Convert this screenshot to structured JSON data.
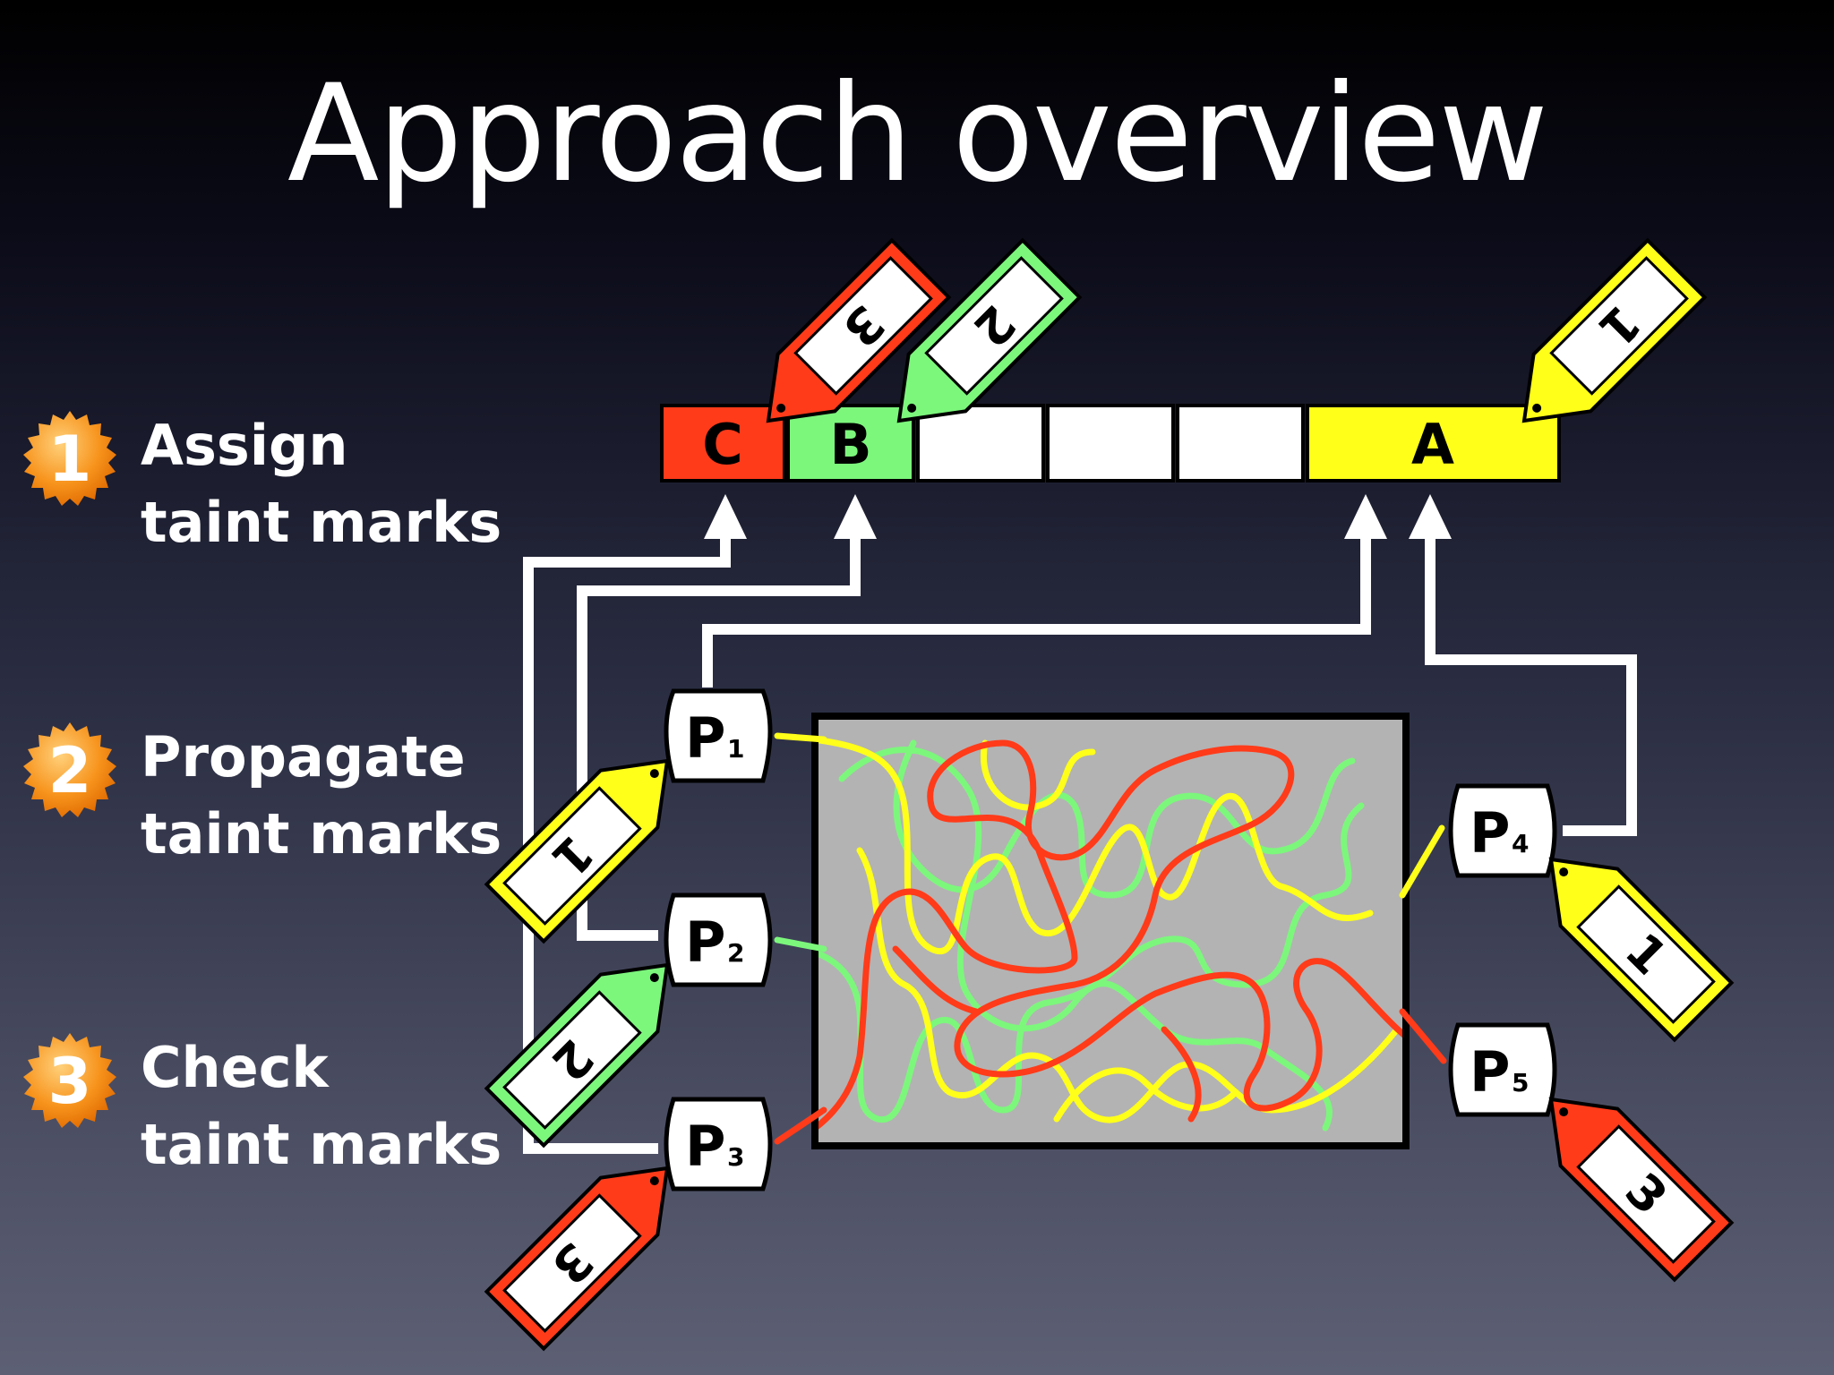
{
  "slide": {
    "title": "Approach overview"
  },
  "steps": [
    {
      "number": "1",
      "line1": "Assign",
      "line2": "taint marks"
    },
    {
      "number": "2",
      "line1": "Propagate",
      "line2": "taint marks"
    },
    {
      "number": "3",
      "line1": "Check",
      "line2": "taint marks"
    }
  ],
  "memory_cells": [
    {
      "label": "C",
      "color": "#ff3b1a"
    },
    {
      "label": "B",
      "color": "#7cf77c"
    },
    {
      "label": "",
      "color": "#ffffff"
    },
    {
      "label": "",
      "color": "#ffffff"
    },
    {
      "label": "",
      "color": "#ffffff"
    },
    {
      "label": "A",
      "color": "#ffff1a"
    }
  ],
  "processes": [
    {
      "letter": "P",
      "sub": "1"
    },
    {
      "letter": "P",
      "sub": "2"
    },
    {
      "letter": "P",
      "sub": "3"
    },
    {
      "letter": "P",
      "sub": "4"
    },
    {
      "letter": "P",
      "sub": "5"
    }
  ],
  "tags": {
    "top_c": "3",
    "top_b": "2",
    "top_a": "1",
    "p1": "1",
    "p2": "2",
    "p3": "3",
    "p4": "1",
    "p5": "3"
  },
  "colors": {
    "red": "#ff3b1a",
    "green": "#7cf77c",
    "yellow": "#ffff1a",
    "box_gray": "#b3b3b3",
    "badge_orange": "#f7941d"
  }
}
